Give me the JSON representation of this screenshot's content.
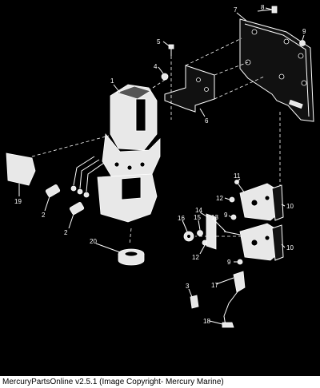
{
  "callouts": {
    "c1": "1",
    "c2a": "2",
    "c2b": "2",
    "c3": "3",
    "c4": "4",
    "c5": "5",
    "c6": "6",
    "c7": "7",
    "c8": "8",
    "c9a": "9",
    "c9b": "9",
    "c9c": "9",
    "c10a": "10",
    "c10b": "10",
    "c11": "11",
    "c12a": "12",
    "c12b": "12",
    "c13": "13",
    "c14": "14",
    "c15": "15",
    "c16": "16",
    "c17": "17",
    "c18": "18",
    "c19": "19",
    "c20": "20"
  },
  "footer": {
    "caption": "MercuryPartsOnline v2.5.1 (Image Copyright- Mercury Marine)"
  }
}
